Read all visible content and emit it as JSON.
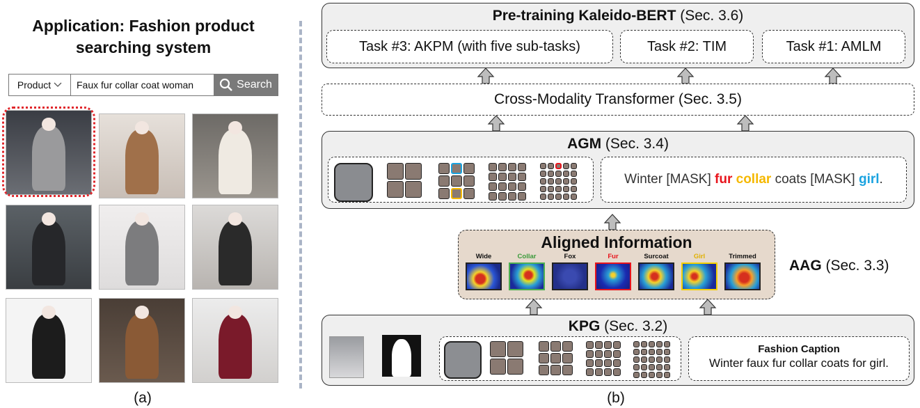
{
  "panel_a": {
    "title": "Application: Fashion product searching system",
    "search": {
      "category": "Product",
      "query": "Faux fur collar coat woman",
      "button": "Search"
    },
    "caption": "(a)"
  },
  "panel_b": {
    "caption": "(b)",
    "pretraining": {
      "title_bold": "Pre-training Kaleido-BERT",
      "title_sec": " (Sec. 3.6)",
      "tasks": [
        "Task #3: AKPM (with five sub-tasks)",
        "Task #2: TIM",
        "Task #1: AMLM"
      ]
    },
    "cross_modality": "Cross-Modality Transformer (Sec. 3.5)",
    "agm": {
      "title_bold": "AGM",
      "title_sec": " (Sec. 3.4)",
      "sentence": [
        {
          "text": "Winter [MASK] ",
          "color": "#333333"
        },
        {
          "text": "fur",
          "color": "#e8141c"
        },
        {
          "text": " ",
          "color": "#333333"
        },
        {
          "text": "collar",
          "color": "#f5b800"
        },
        {
          "text": " coats [MASK] ",
          "color": "#333333"
        },
        {
          "text": "girl",
          "color": "#1aa3e0"
        },
        {
          "text": ".",
          "color": "#333333"
        }
      ]
    },
    "aag": {
      "title": "Aligned Information",
      "side_bold": "AAG",
      "side_sec": " (Sec. 3.3)",
      "maps": [
        {
          "label": "Wide",
          "label_color": "#111111",
          "border": "#222222"
        },
        {
          "label": "Collar",
          "label_color": "#3a9a3a",
          "border": "#4caf50"
        },
        {
          "label": "Fox",
          "label_color": "#111111",
          "border": "#222222"
        },
        {
          "label": "Fur",
          "label_color": "#e8141c",
          "border": "#e8141c"
        },
        {
          "label": "Surcoat",
          "label_color": "#111111",
          "border": "#222222"
        },
        {
          "label": "Girl",
          "label_color": "#e0b000",
          "border": "#f5d000"
        },
        {
          "label": "Trimmed",
          "label_color": "#111111",
          "border": "#222222"
        }
      ]
    },
    "kpg": {
      "title_bold": "KPG",
      "title_sec": " (Sec. 3.2)",
      "caption_title": "Fashion Caption",
      "caption_text": "Winter faux fur collar coats for girl."
    }
  }
}
